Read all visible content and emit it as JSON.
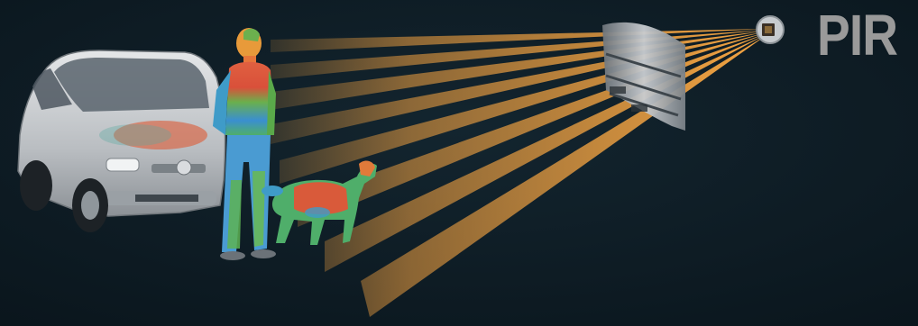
{
  "title": "PIR",
  "colors": {
    "background": "#0d1a22",
    "beam": "#f0a040",
    "title": "#9a9a9a"
  },
  "objects": [
    {
      "name": "car"
    },
    {
      "name": "person"
    },
    {
      "name": "dog"
    },
    {
      "name": "fresnel-lens"
    },
    {
      "name": "pir-sensor"
    }
  ]
}
